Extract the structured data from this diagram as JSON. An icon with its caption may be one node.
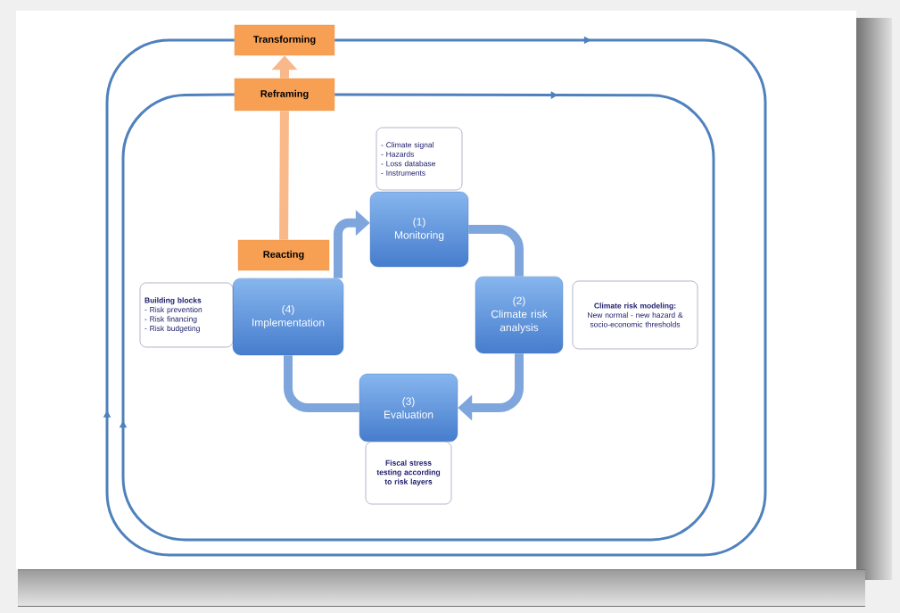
{
  "diagram": {
    "nodes": [
      {
        "text": [
          "Transforming"
        ]
      },
      {
        "text": [
          "Reframing"
        ]
      },
      {
        "text": [
          "Reacting"
        ]
      },
      {
        "text": [
          "(1)",
          "Monitoring"
        ]
      },
      {
        "text": [
          "- Climate signal",
          "- Hazards",
          "- Loss database",
          "- Instruments"
        ]
      },
      {
        "text": [
          "(2)",
          "Climate risk analysis"
        ]
      },
      {
        "text": [
          "Climate risk modeling:",
          "New normal - new hazard & socio-economic thresholds"
        ]
      },
      {
        "text": [
          "(3)",
          "Evaluation"
        ]
      },
      {
        "text": [
          "Fiscal stress testing according to risk layers"
        ]
      },
      {
        "text": [
          "(4)",
          "Implementation"
        ]
      },
      {
        "text": [
          "Building blocks",
          "- Risk prevention",
          "- Risk financing",
          "- Risk budgeting"
        ]
      }
    ],
    "edges": [
      {
        "from": 0,
        "to": 0,
        "arrow": "to"
      },
      {
        "from": 1,
        "to": 1,
        "arrow": "to"
      },
      {
        "from": 2,
        "to": 1,
        "arrow": "none",
        "color": "#f8b88a"
      },
      {
        "from": 1,
        "to": 0,
        "arrow": "to",
        "color": "#f8b88a"
      },
      {
        "from": 9,
        "to": 3,
        "arrow": "to",
        "color": "#7ea6dc"
      },
      {
        "from": 3,
        "to": 5,
        "arrow": "none",
        "color": "#7ea6dc"
      },
      {
        "from": 5,
        "to": 7,
        "arrow": "to",
        "color": "#7ea6dc"
      },
      {
        "from": 7,
        "to": 9,
        "arrow": "none",
        "color": "#7ea6dc"
      }
    ]
  }
}
